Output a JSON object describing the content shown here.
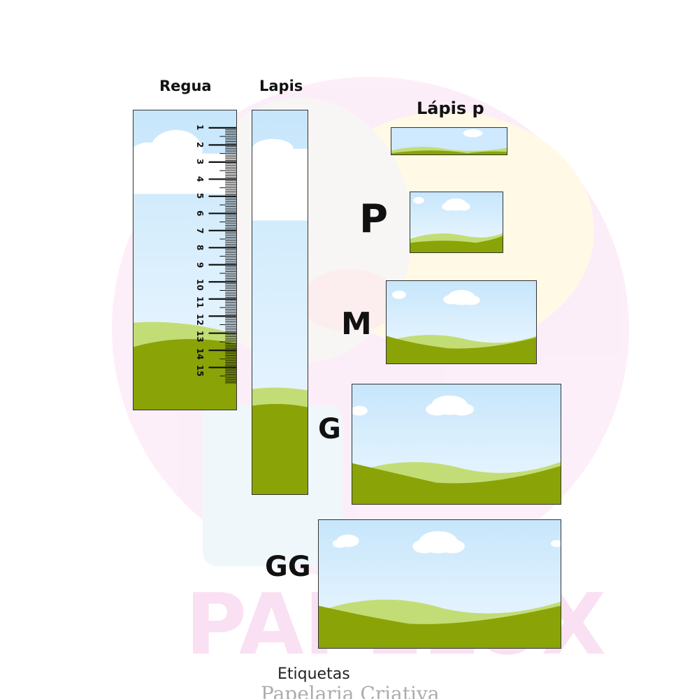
{
  "headings": {
    "regua": "Regua",
    "lapis": "Lapis",
    "lapis_p": "Lápis p"
  },
  "sizes": {
    "p": "P",
    "m": "M",
    "g": "G",
    "gg": "GG"
  },
  "ruler_numbers": [
    "1",
    "2",
    "3",
    "4",
    "5",
    "6",
    "7",
    "8",
    "9",
    "10",
    "11",
    "12",
    "13",
    "14",
    "15"
  ],
  "footer": {
    "title": "Etiquetas",
    "watermark_brand": "PAPELUX",
    "watermark_subtitle": "Papelaria Criativa"
  },
  "colors": {
    "sky_top": "#c7e6fb",
    "sky_bottom": "#eef8ff",
    "hill_light": "#c2dd76",
    "hill_dark": "#8aa407",
    "cloud": "#ffffff"
  }
}
